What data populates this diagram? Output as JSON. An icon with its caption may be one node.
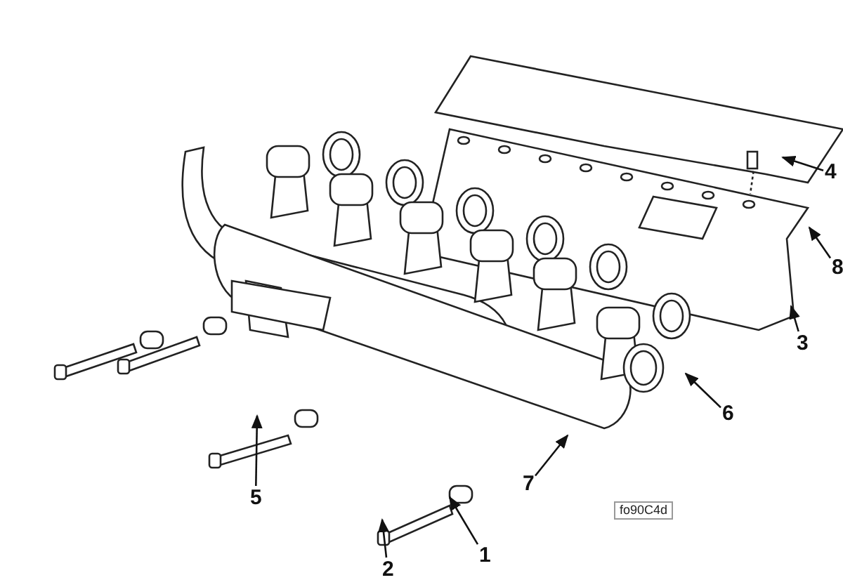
{
  "diagram": {
    "nodes": [
      {
        "text": [
          "4"
        ]
      },
      {
        "text": [
          "8"
        ]
      },
      {
        "text": [
          "3"
        ]
      },
      {
        "text": [
          "6"
        ]
      },
      {
        "text": [
          "7"
        ]
      },
      {
        "text": [
          "5"
        ]
      },
      {
        "text": [
          "1"
        ]
      },
      {
        "text": [
          "2"
        ]
      }
    ],
    "edges": [
      {
        "from": 0,
        "to": null,
        "arrow": "to"
      },
      {
        "from": 1,
        "to": null,
        "arrow": "to"
      },
      {
        "from": 2,
        "to": null,
        "arrow": "to"
      },
      {
        "from": 3,
        "to": null,
        "arrow": "to"
      },
      {
        "from": 4,
        "to": null,
        "arrow": "to"
      },
      {
        "from": 5,
        "to": null,
        "arrow": "to"
      },
      {
        "from": 6,
        "to": null,
        "arrow": "to"
      },
      {
        "from": 7,
        "to": null,
        "arrow": "to"
      }
    ],
    "labels": [
      "fo90C4d"
    ]
  }
}
